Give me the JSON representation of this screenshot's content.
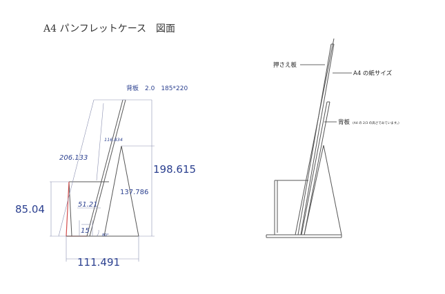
{
  "title": "A4 パンフレットケース　図面",
  "left_view": {
    "back_plate_spec": "背板　2.0　185*220",
    "dimensions": {
      "total_height": "198.615",
      "front_height": "85.04",
      "base_width": "111.491",
      "back_length": "206.133",
      "pocket_length": "51.21",
      "stand_height": "137.786",
      "upper_offset": "116.834",
      "pocket_depth": "15",
      "angle": "80°"
    }
  },
  "right_view": {
    "labels": {
      "press_plate": "押さえ板",
      "a4_paper": "A4 の紙サイズ",
      "back_plate": "背板",
      "back_plate_note": "(A4 の 2/3 の高さでみています。)"
    }
  }
}
